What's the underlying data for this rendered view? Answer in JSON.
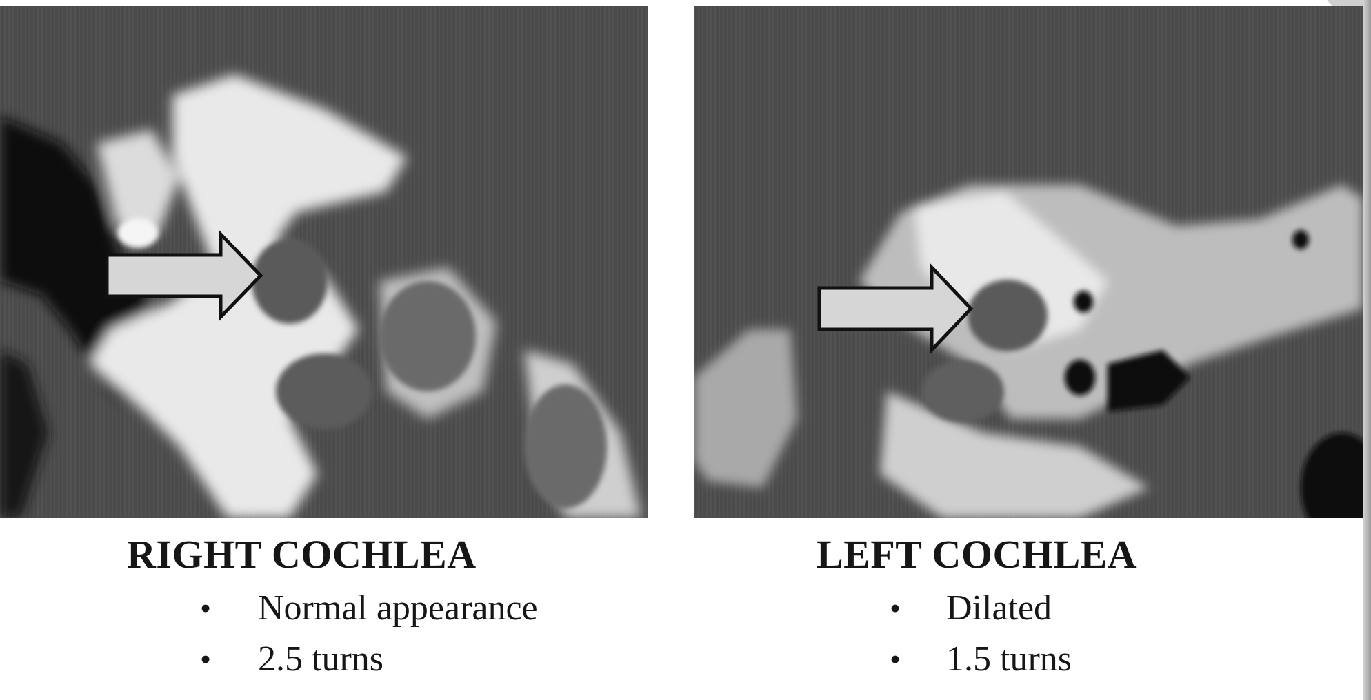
{
  "figure": {
    "panels": [
      {
        "id": "right",
        "title": "RIGHT COCHLEA",
        "findings": [
          "Normal appearance",
          "2.5 turns"
        ]
      },
      {
        "id": "left",
        "title": "LEFT COCHLEA",
        "findings": [
          "Dilated",
          "1.5 turns"
        ]
      }
    ]
  },
  "colors": {
    "background_scan": "#4b4b4b",
    "bone": "#f2f2f2",
    "arrow_fill": "#d6d6d6",
    "arrow_outline": "#111111",
    "text": "#161616"
  },
  "icons": [
    "arrow-right-icon",
    "bullet-icon"
  ]
}
